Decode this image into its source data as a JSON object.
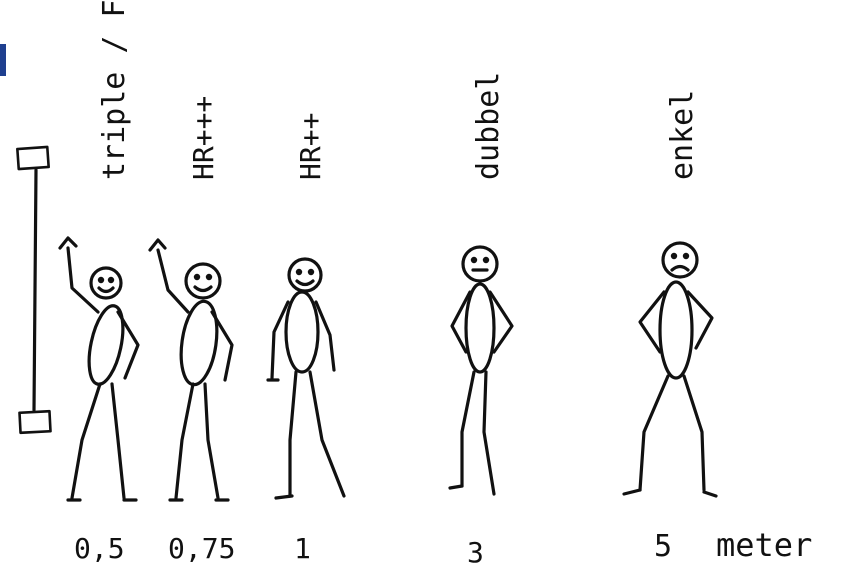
{
  "accent_color": "#1f3f8f",
  "figures": [
    {
      "label": "triple / F",
      "distance": "0,5",
      "expression": "happy",
      "arm": "raised"
    },
    {
      "label": "HR+++",
      "distance": "0,75",
      "expression": "happy",
      "arm": "raised"
    },
    {
      "label": "HR++",
      "distance": "1",
      "expression": "happy",
      "arm": "down"
    },
    {
      "label": "dubbel",
      "distance": "3",
      "expression": "neutral",
      "arm": "hips"
    },
    {
      "label": "enkel",
      "distance": "5",
      "expression": "sad",
      "arm": "hips"
    }
  ],
  "unit": "meter",
  "icons": [
    "edge-mark-icon",
    "scale-bar-icon"
  ]
}
